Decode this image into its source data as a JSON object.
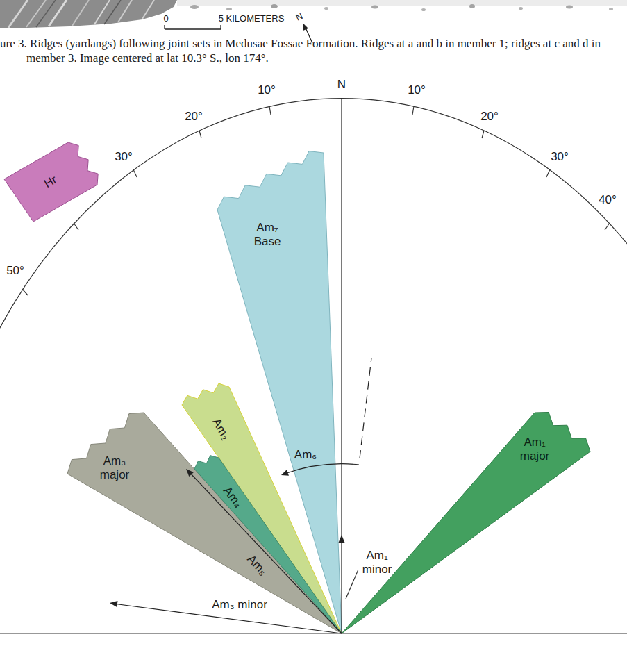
{
  "diagram": {
    "caption": "ure 3. Ridges (yardangs) following joint sets in Medusae Fossae Formation. Ridges at a and b in member 1; ridges at c and d in member 3. Image centered at lat 10.3° S., lon 174°.",
    "nodes": [
      {
        "text": [
          "Hr"
        ]
      },
      {
        "text": [
          "Am₇ Base"
        ]
      },
      {
        "text": [
          "Am₂"
        ]
      },
      {
        "text": [
          "Am₃ major"
        ]
      },
      {
        "text": [
          "Am₄"
        ]
      },
      {
        "text": [
          "Am₁ major"
        ]
      }
    ],
    "labels": [
      "0",
      "5 KILOMETERS",
      "N",
      "N",
      "10°",
      "10°",
      "20°",
      "20°",
      "30°",
      "30°",
      "40°",
      "50°",
      "Am₆",
      "Am₁ minor",
      "Am₅",
      "Am₃ minor"
    ]
  }
}
